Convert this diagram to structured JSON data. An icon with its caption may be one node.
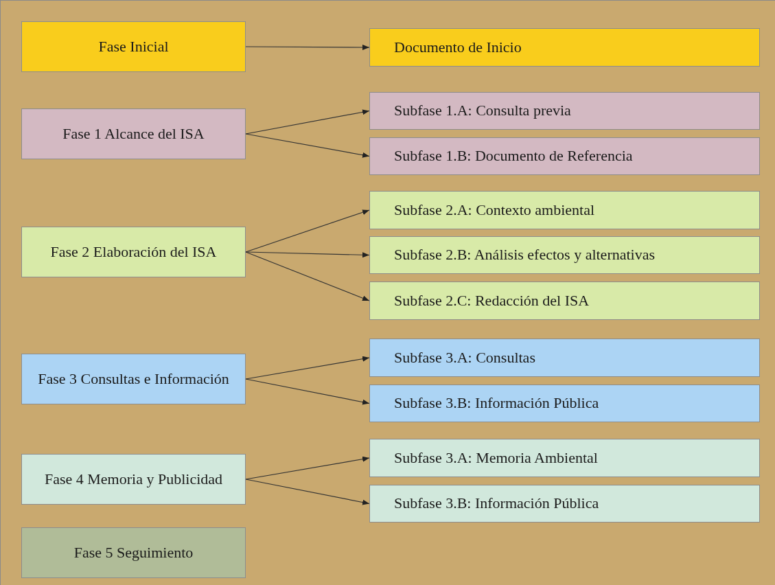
{
  "diagram": {
    "nodes": [
      {
        "text": [
          "Fase Inicial"
        ]
      },
      {
        "text": [
          "Documento de Inicio"
        ]
      },
      {
        "text": [
          "Fase 1 Alcance del ISA"
        ]
      },
      {
        "text": [
          "Subfase 1.A: Consulta previa"
        ]
      },
      {
        "text": [
          "Subfase 1.B: Documento de Referencia"
        ]
      },
      {
        "text": [
          "Fase 2 Elaboración del ISA"
        ]
      },
      {
        "text": [
          "Subfase 2.A: Contexto ambiental"
        ]
      },
      {
        "text": [
          "Subfase 2.B: Análisis efectos y alternativas"
        ]
      },
      {
        "text": [
          "Subfase 2.C: Redacción del ISA"
        ]
      },
      {
        "text": [
          "Fase 3 Consultas e Información"
        ]
      },
      {
        "text": [
          "Subfase 3.A: Consultas"
        ]
      },
      {
        "text": [
          "Subfase 3.B: Información Pública"
        ]
      },
      {
        "text": [
          "Fase 4 Memoria y Publicidad"
        ]
      },
      {
        "text": [
          "Subfase 3.A: Memoria Ambiental"
        ]
      },
      {
        "text": [
          "Subfase 3.B: Información Pública"
        ]
      },
      {
        "text": [
          "Fase 5 Seguimiento"
        ]
      }
    ],
    "edges": [
      {
        "from": 0,
        "to": 1,
        "arrow": "to"
      },
      {
        "from": 2,
        "to": 3,
        "arrow": "to"
      },
      {
        "from": 2,
        "to": 4,
        "arrow": "to"
      },
      {
        "from": 5,
        "to": 6,
        "arrow": "to"
      },
      {
        "from": 5,
        "to": 7,
        "arrow": "to"
      },
      {
        "from": 5,
        "to": 8,
        "arrow": "to"
      },
      {
        "from": 9,
        "to": 10,
        "arrow": "to"
      },
      {
        "from": 9,
        "to": 11,
        "arrow": "to"
      },
      {
        "from": 12,
        "to": 13,
        "arrow": "to"
      },
      {
        "from": 12,
        "to": 14,
        "arrow": "to"
      }
    ]
  }
}
